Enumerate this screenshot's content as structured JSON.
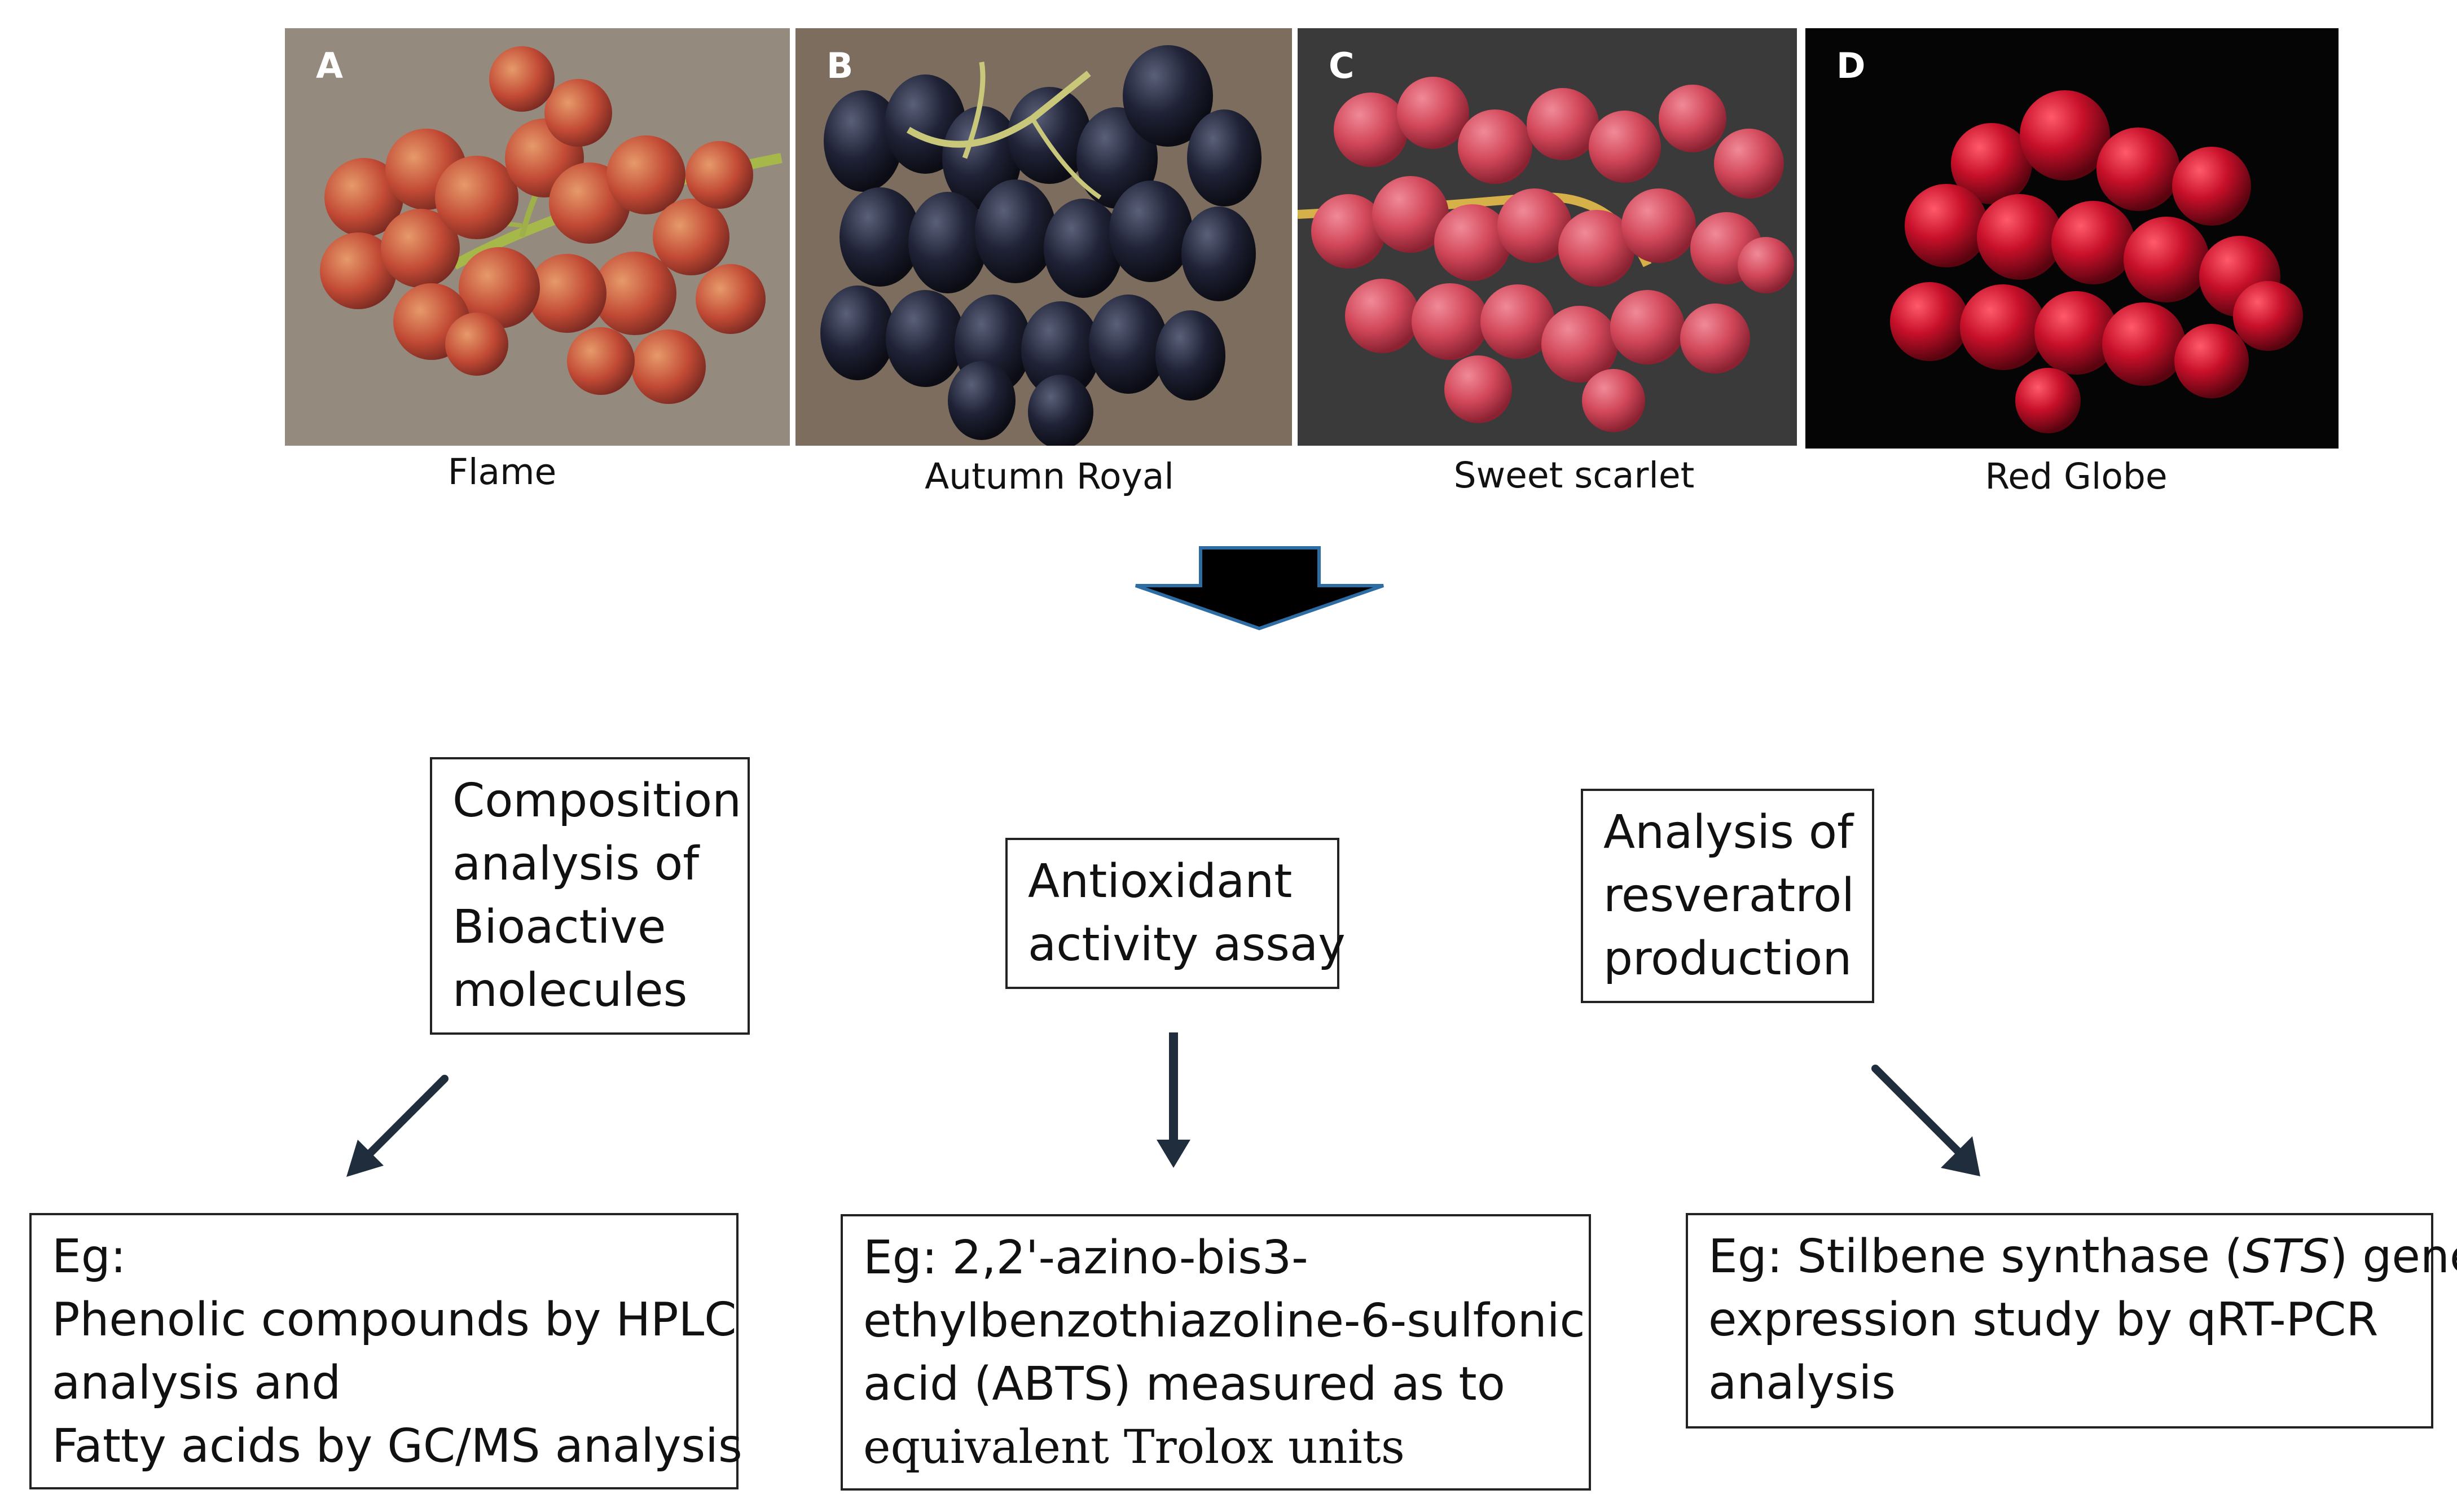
{
  "panels": [
    {
      "letter": "A",
      "caption": "Flame"
    },
    {
      "letter": "B",
      "caption": "Autumn Royal"
    },
    {
      "letter": "C",
      "caption": "Sweet scarlet"
    },
    {
      "letter": "D",
      "caption": "Red Globe"
    }
  ],
  "boxes": {
    "composition": {
      "lines": [
        "Composition",
        "analysis of",
        "Bioactive",
        "molecules"
      ]
    },
    "antioxidant": {
      "lines": [
        "Antioxidant",
        "activity assay"
      ]
    },
    "resveratrol": {
      "lines": [
        "Analysis of",
        "resveratrol",
        "production"
      ]
    },
    "example_hplc": {
      "lines": [
        "Eg:",
        "Phenolic  compounds  by  HPLC",
        "analysis and",
        "Fatty acids by GC/MS analysis"
      ]
    },
    "example_abts": {
      "lines": [
        "Eg: 2,2'-azino-bis3-",
        "ethylbenzothiazoline-6-sulfonic",
        "acid (ABTS) measured as to",
        "equivalent Trolox units"
      ]
    },
    "example_sts": {
      "line1_prefix": "Eg: Stilbene synthase (",
      "line1_italic": "STS",
      "line1_suffix": ") gene",
      "lines_rest": [
        "expression study  by qRT-PCR",
        "analysis"
      ]
    }
  },
  "colors": {
    "arrow_fill": "#000000",
    "arrow_outline": "#2e6da4",
    "small_arrow": "#1f2d3d",
    "panel_a_bg": "#8f8478",
    "panel_b_bg": "#7d6d5e",
    "panel_c_bg": "#3a3a3a",
    "panel_d_bg": "#050505"
  }
}
